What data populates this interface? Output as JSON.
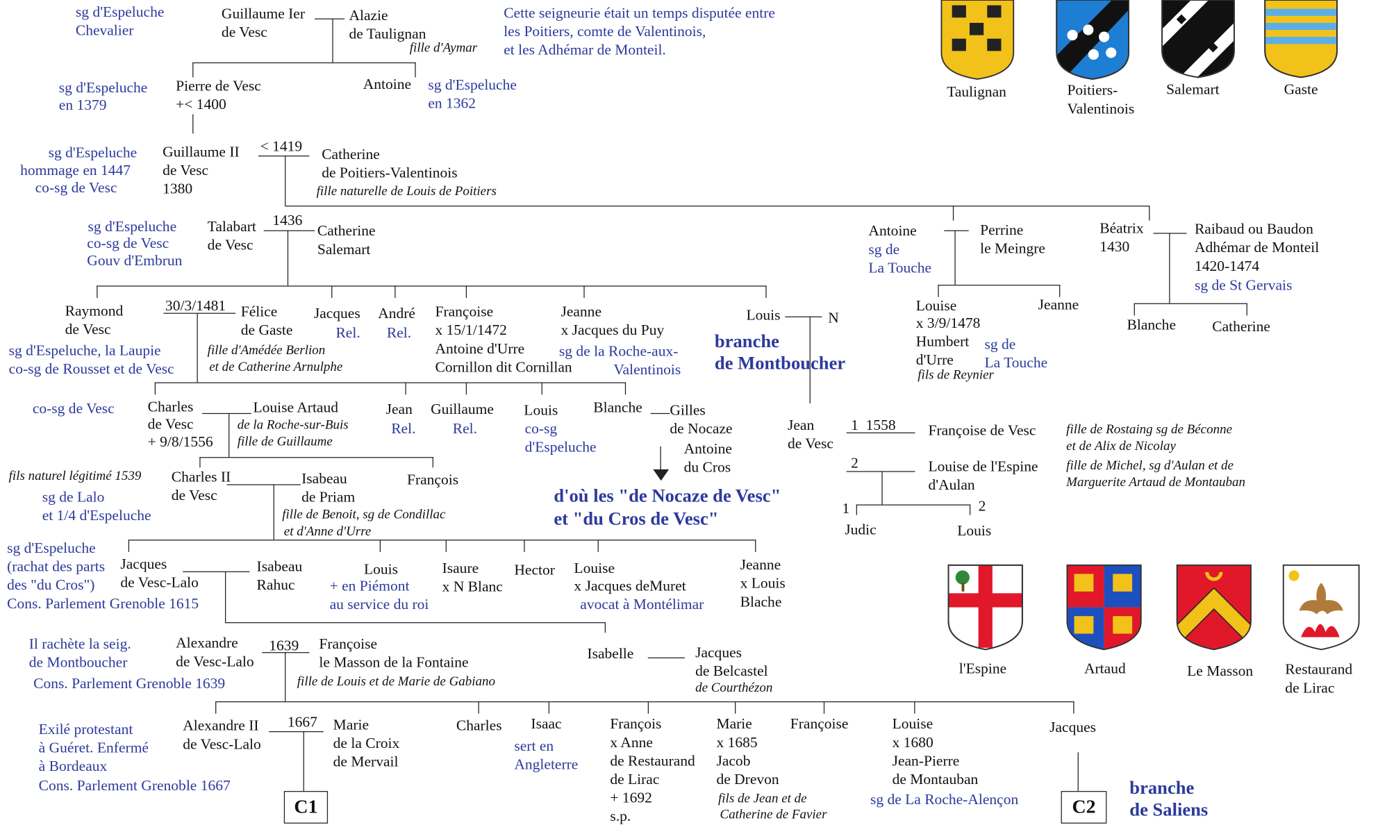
{
  "top": {
    "espeluche_sg": "sg d'Espeluche",
    "espeluche_chev": "Chevalier",
    "guillaume1_a": "Guillaume Ier",
    "guillaume1_b": "de Vesc",
    "alazie_a": "Alazie",
    "alazie_b": "de Taulignan",
    "alazie_note": "fille d'Aymar",
    "seign_1": "Cette seigneurie était un temps disputée entre",
    "seign_2": "les Poitiers, comte de Valentinois,",
    "seign_3": "et les Adhémar de Monteil."
  },
  "gen2": {
    "left_a": "sg d'Espeluche",
    "left_b": "en 1379",
    "pierre_a": "Pierre de Vesc",
    "pierre_b": "+< 1400",
    "antoine": "Antoine",
    "ant_a": "sg d'Espeluche",
    "ant_b": "en 1362"
  },
  "gen3": {
    "left_a": "sg d'Espeluche",
    "left_b": "hommage en 1447",
    "left_c": "co-sg de Vesc",
    "g2_a": "Guillaume II",
    "g2_b": "de Vesc",
    "g2_c": "1380",
    "marriage": "< 1419",
    "cath_a": "Catherine",
    "cath_b": "de Poitiers-Valentinois",
    "cath_note": "fille naturelle de Louis de Poitiers"
  },
  "gen4": {
    "left_a": "sg d'Espeluche",
    "left_b": "co-sg de Vesc",
    "left_c": "Gouv d'Embrun",
    "tal_a": "Talabart",
    "tal_b": "de Vesc",
    "marriage": "1436",
    "cath_a": "Catherine",
    "cath_b": "Salemart",
    "antoine": "Antoine",
    "ant_sg_a": "sg de",
    "ant_sg_b": "La Touche",
    "perrine_a": "Perrine",
    "perrine_b": "le Meingre",
    "beatrix_a": "Béatrix",
    "beatrix_b": "1430",
    "raib_a": "Raibaud ou Baudon",
    "raib_b": "Adhémar de Monteil",
    "raib_c": "1420-1474",
    "raib_d": "sg de St Gervais"
  },
  "gen5": {
    "raymond_a": "Raymond",
    "raymond_b": "de Vesc",
    "marriage": "30/3/1481",
    "felice_a": "Félice",
    "felice_b": "de Gaste",
    "felice_n1": "fille d'Amédée Berlion",
    "felice_n2": "et de Catherine Arnulphe",
    "ray_sg_a": "sg d'Espeluche, la Laupie",
    "ray_sg_b": "co-sg de Rousset et de Vesc",
    "jacques": "Jacques",
    "rel": "Rel.",
    "andre": "André",
    "francoise_a": "Françoise",
    "francoise_b": "x 15/1/1472",
    "francoise_c": "Antoine d'Urre",
    "francoise_d": "Cornillon dit Cornillan",
    "jeanne_a": "Jeanne",
    "jeanne_b": "x Jacques du Puy",
    "jeanne_c": "sg de la Roche-aux-",
    "jeanne_d": "Valentinois",
    "louis": "Louis",
    "n": "N",
    "branche_a": "branche",
    "branche_b": "de Montboucher",
    "louise_a": "Louise",
    "louise_b": "x 3/9/1478",
    "louise_c": "Humbert",
    "louise_d": "d'Urre",
    "louise_sg_a": "sg de",
    "louise_sg_b": "La Touche",
    "louise_note": "fils de Reynier",
    "jeanne2": "Jeanne",
    "blanche": "Blanche",
    "catherine": "Catherine"
  },
  "gen6": {
    "left": "co-sg de Vesc",
    "charles_a": "Charles",
    "charles_b": "de Vesc",
    "charles_c": "+ 9/8/1556",
    "la_a": "Louise Artaud",
    "la_n1": "de la Roche-sur-Buis",
    "la_n2": "fille de Guillaume",
    "jean": "Jean",
    "rel": "Rel.",
    "guillaume": "Guillaume",
    "louis_a": "Louis",
    "louis_b": "co-sg",
    "louis_c": "d'Espeluche",
    "blanche": "Blanche",
    "gilles_a": "Gilles",
    "gilles_b": "de Nocaze",
    "ant_a": "Antoine",
    "ant_b": "du Cros",
    "dou_a": "d'où les \"de Nocaze de Vesc\"",
    "dou_b": "et \"du Cros de Vesc\"",
    "jean_a": "Jean",
    "jean_b": "de Vesc",
    "m1": "1  1558",
    "fv": "Françoise de Vesc",
    "fv_n1": "fille de Rostaing sg de Béconne",
    "fv_n2": "et de Alix de Nicolay",
    "m2": "2",
    "le_a": "Louise de l'Espine",
    "le_b": "d'Aulan",
    "le_n1": "fille de Michel, sg d'Aulan et de",
    "le_n2": "Marguerite Artaud de Montauban",
    "c1": "1",
    "c2": "2",
    "judic": "Judic",
    "louis2": "Louis"
  },
  "gen7": {
    "left_a": "fils naturel légitimé 1539",
    "left_b": "sg de Lalo",
    "left_c": "et 1/4 d'Espeluche",
    "c2_a": "Charles II",
    "c2_b": "de Vesc",
    "isa_a": "Isabeau",
    "isa_b": "de Priam",
    "isa_n1": "fille de Benoit, sg de Condillac",
    "isa_n2": "et d'Anne d'Urre",
    "francois": "François"
  },
  "gen8": {
    "left_a": "sg d'Espeluche",
    "left_b": "(rachat des parts",
    "left_c": "des \"du Cros\")",
    "left_d": "Cons. Parlement Grenoble 1615",
    "jacques_a": "Jacques",
    "jacques_b": "de Vesc-Lalo",
    "isa_a": "Isabeau",
    "isa_b": "Rahuc",
    "louis": "Louis",
    "louis_a": "+ en Piémont",
    "louis_b": "au service du roi",
    "isaure_a": "Isaure",
    "isaure_b": "x N Blanc",
    "hector": "Hector",
    "louise_a": "Louise",
    "louise_b": "x Jacques deMuret",
    "louise_c": "avocat à Montélimar",
    "jeanne_a": "Jeanne",
    "jeanne_b": "x Louis",
    "jeanne_c": "Blache"
  },
  "gen9": {
    "left_a": "Il rachète la seig.",
    "left_b": "de Montboucher",
    "left_c": "Cons. Parlement Grenoble 1639",
    "alex_a": "Alexandre",
    "alex_b": "de Vesc-Lalo",
    "marriage": "1639",
    "fr_a": "Françoise",
    "fr_b": "le Masson de la Fontaine",
    "fr_n": "fille de Louis et de Marie de Gabiano",
    "isabelle": "Isabelle",
    "jac_a": "Jacques",
    "jac_b": "de Belcastel",
    "jac_n": "de Courthézon"
  },
  "gen10": {
    "left_a": "Exilé protestant",
    "left_b": "à Guéret. Enfermé",
    "left_c": "à Bordeaux",
    "left_d": "Cons. Parlement Grenoble 1667",
    "alex_a": "Alexandre II",
    "alex_b": "de Vesc-Lalo",
    "marriage": "1667",
    "marie_a": "Marie",
    "marie_b": "de la Croix",
    "marie_c": "de Mervail",
    "charles": "Charles",
    "isaac": "Isaac",
    "isaac_a": "sert en",
    "isaac_b": "Angleterre",
    "fr_a": "François",
    "fr_b": "x Anne",
    "fr_c": "de Restaurand",
    "fr_d": "de Lirac",
    "fr_e": "+ 1692",
    "fr_f": "s.p.",
    "marie2_a": "Marie",
    "marie2_b": "x 1685",
    "marie2_c": "Jacob",
    "marie2_d": "de Drevon",
    "marie2_n1": "fils de Jean et de",
    "marie2_n2": "Catherine de Favier",
    "francoise": "Françoise",
    "louise_a": "Louise",
    "louise_b": "x 1680",
    "louise_c": "Jean-Pierre",
    "louise_d": "de Montauban",
    "louise_e": "sg de La Roche-Alençon",
    "jacques": "Jacques",
    "c1": "C1",
    "c2": "C2",
    "branche_a": "branche",
    "branche_b": "de Saliens"
  },
  "arms_top": [
    {
      "label": "Taulignan",
      "icon": "taulignan-arms"
    },
    {
      "label": "Poitiers-\nValentinois",
      "icon": "poitiers-arms"
    },
    {
      "label": "Salemart",
      "icon": "salemart-arms"
    },
    {
      "label": "Gaste",
      "icon": "gaste-arms"
    }
  ],
  "arms_bottom": [
    {
      "label": "l'Espine",
      "icon": "espine-arms"
    },
    {
      "label": "Artaud",
      "icon": "artaud-arms"
    },
    {
      "label": "Le Masson",
      "icon": "masson-arms"
    },
    {
      "label": "Restaurand\nde Lirac",
      "icon": "restaurand-arms"
    }
  ],
  "colors": {
    "blue_text": "#2c3a9c",
    "black_text": "#111111",
    "lines": "#222222"
  }
}
